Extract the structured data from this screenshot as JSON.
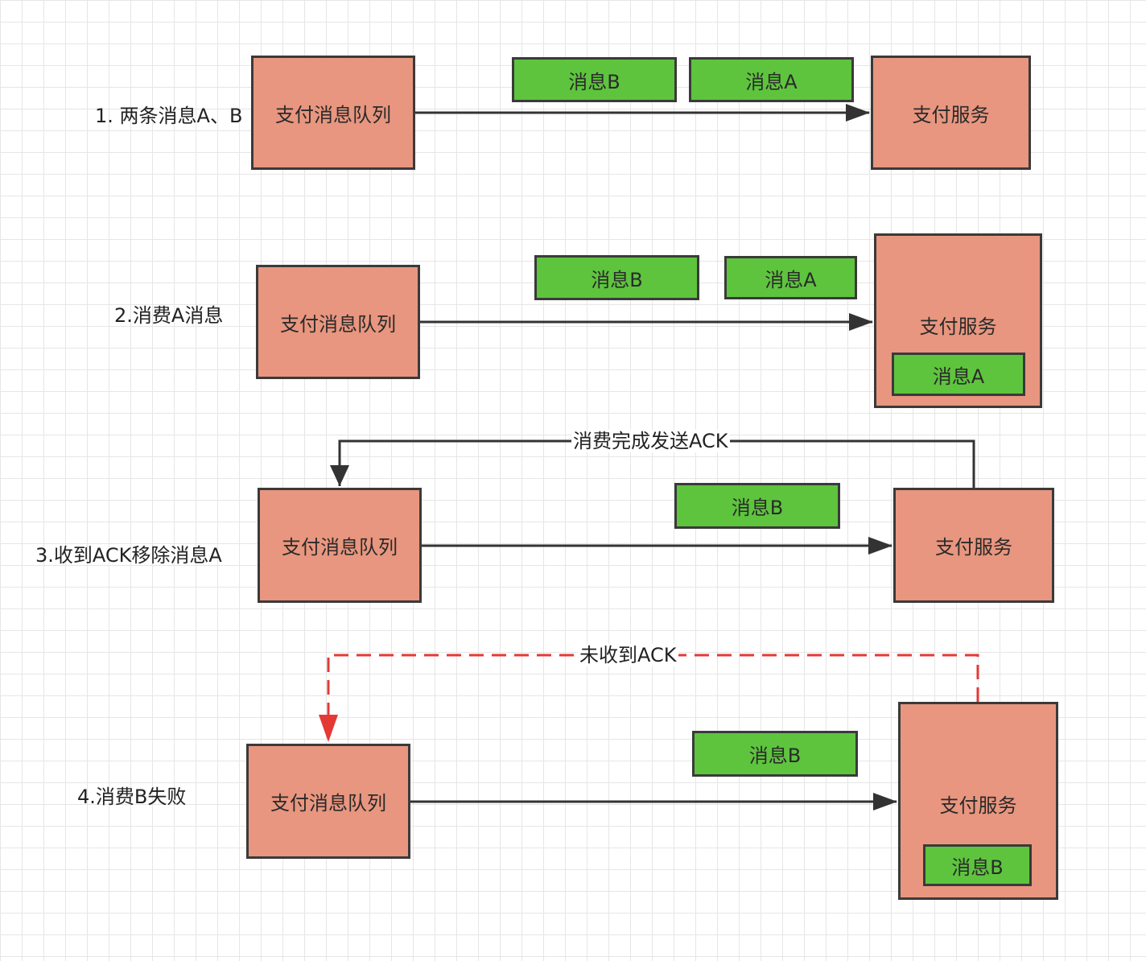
{
  "steps": [
    {
      "label": "1. 两条消息A、B",
      "queue": "支付消息队列",
      "service": "支付服务",
      "messages": [
        "消息B",
        "消息A"
      ]
    },
    {
      "label": "2.消费A消息",
      "queue": "支付消息队列",
      "service": "支付服务",
      "messages": [
        "消息B",
        "消息A"
      ],
      "service_message": "消息A"
    },
    {
      "label": "3.收到ACK移除消息A",
      "queue": "支付消息队列",
      "service": "支付服务",
      "messages": [
        "消息B"
      ],
      "ack_label": "消费完成发送ACK"
    },
    {
      "label": "4.消费B失败",
      "queue": "支付消息队列",
      "service": "支付服务",
      "messages": [
        "消息B"
      ],
      "service_message": "消息B",
      "ack_label": "未收到ACK"
    }
  ],
  "colors": {
    "box_fill": "#e8967f",
    "message_fill": "#5ec43e",
    "border": "#3a3a3a",
    "arrow": "#333333",
    "failed_ack_arrow": "#e53935"
  }
}
